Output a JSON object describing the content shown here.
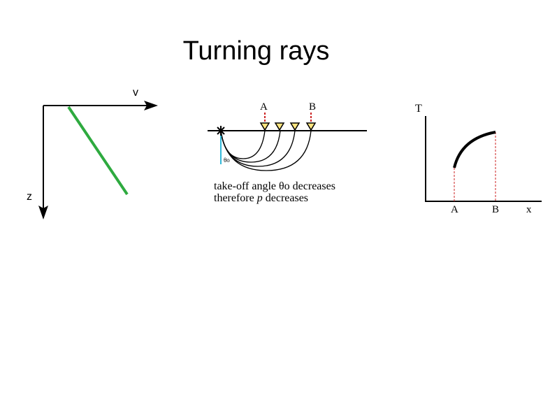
{
  "slide": {
    "title": "Turning rays"
  },
  "velocity_panel": {
    "x_axis_label": "v",
    "y_axis_label": "z",
    "profile_color": "#2eaa3f"
  },
  "ray_panel": {
    "receiver_a_label": "A",
    "receiver_b_label": "B",
    "angle_symbol": "θo",
    "caption_line1": "take-off angle θo decreases",
    "caption_line2_pre": "therefore ",
    "caption_line2_var": "p",
    "caption_line2_post": " decreases",
    "ray_color": "#000000",
    "guide_color": "#cc2222",
    "vertical_color": "#33b8d8",
    "receiver_fill": "#ffe680"
  },
  "traveltime_panel": {
    "y_axis_label": "T",
    "x_axis_label": "x",
    "tick_a_label": "A",
    "tick_b_label": "B",
    "guide_color": "#cc2222"
  }
}
